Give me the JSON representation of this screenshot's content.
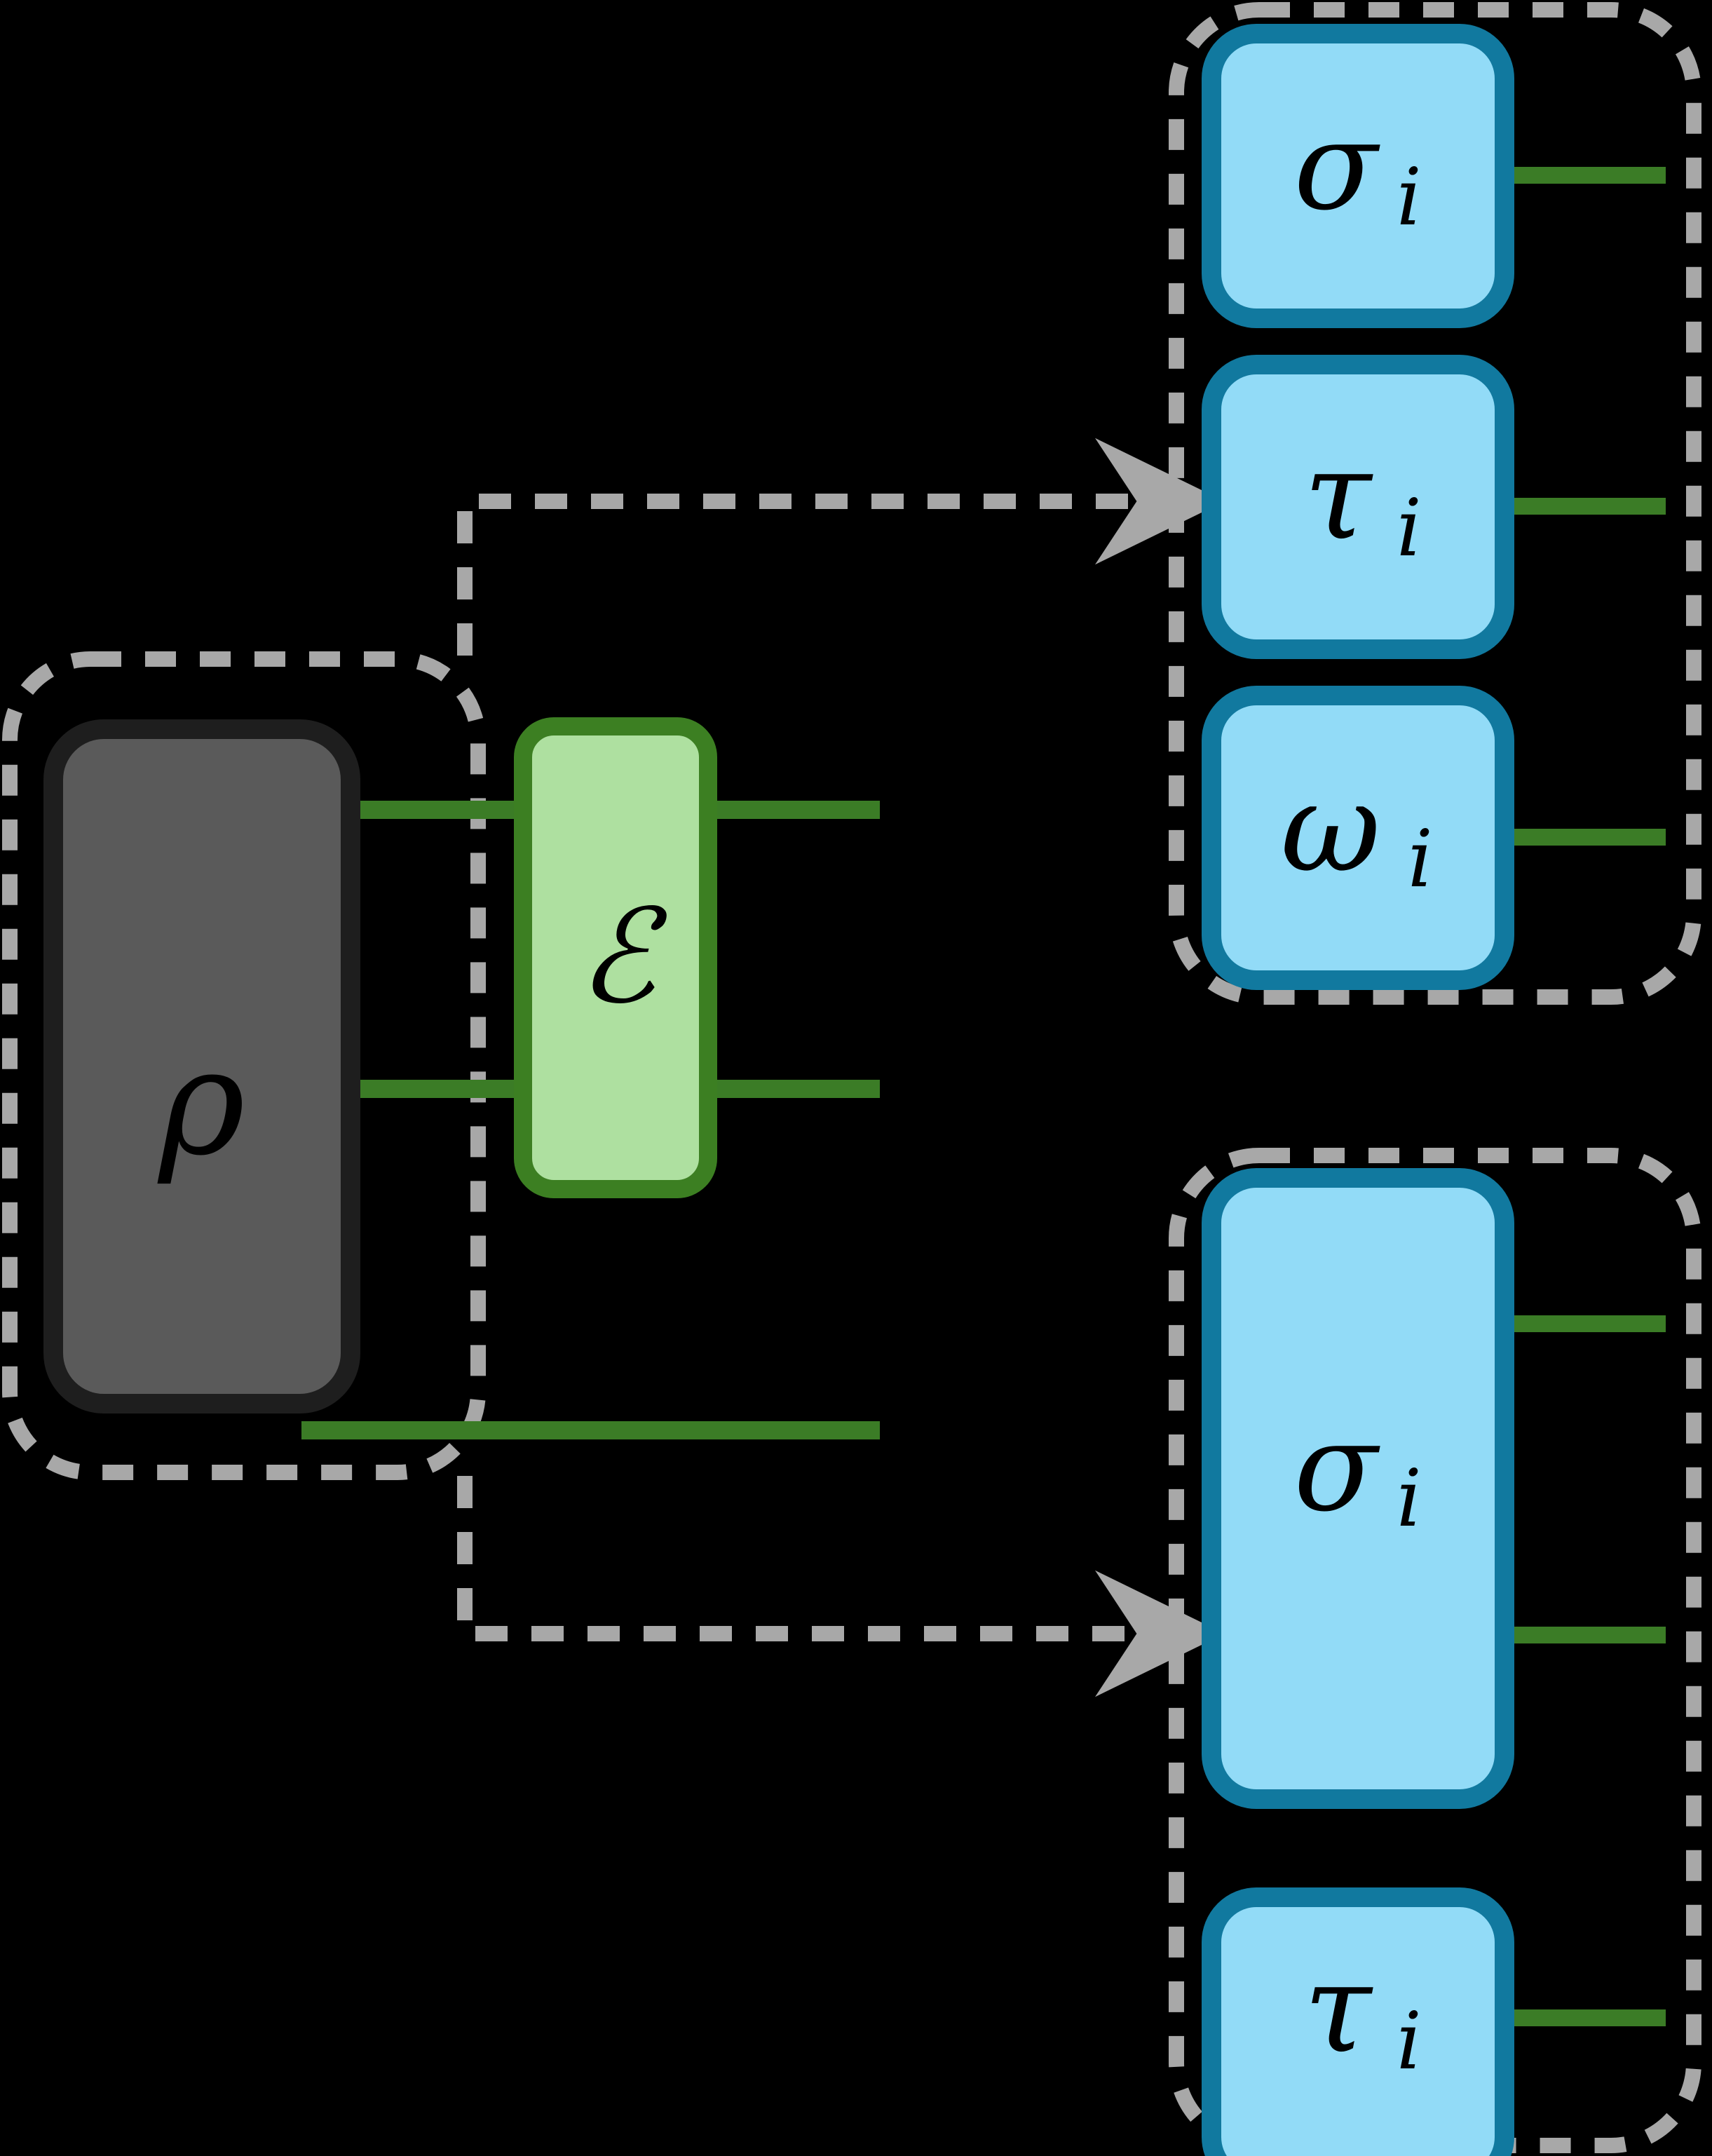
{
  "figure": {
    "kind": "quantum-circuit-diagram",
    "background_color": "#000000",
    "palette": {
      "wire_green": "#3B7C26",
      "gate_green_fill": "#AEE0A0",
      "gate_green_border": "#3C7F22",
      "state_gray_fill": "#5A5A5A",
      "state_gray_border": "#1E1E1E",
      "measure_blue_fill": "#92DBF7",
      "measure_blue_border": "#11799F",
      "dashed_gray": "#A8A8A8"
    }
  },
  "groups": {
    "source": {
      "name": "source-group",
      "state_box": {
        "label": "ρ",
        "subscript": ""
      },
      "channel_box": {
        "label": "ℰ",
        "subscript": ""
      },
      "wire_count": 3
    },
    "top_outcome": {
      "name": "top-outcome-group",
      "boxes": [
        {
          "label": "σ",
          "subscript": "i"
        },
        {
          "label": "τ",
          "subscript": "i"
        },
        {
          "label": "ω",
          "subscript": "i"
        }
      ]
    },
    "bottom_outcome": {
      "name": "bottom-outcome-group",
      "boxes": [
        {
          "label": "σ",
          "subscript": "i"
        },
        {
          "label": "τ",
          "subscript": "i"
        }
      ]
    }
  },
  "connectors": [
    {
      "name": "arrow-source-to-top-outcome",
      "style": "dashed",
      "head": "arrow"
    },
    {
      "name": "arrow-source-to-bottom-outcome",
      "style": "dashed",
      "head": "arrow"
    }
  ]
}
